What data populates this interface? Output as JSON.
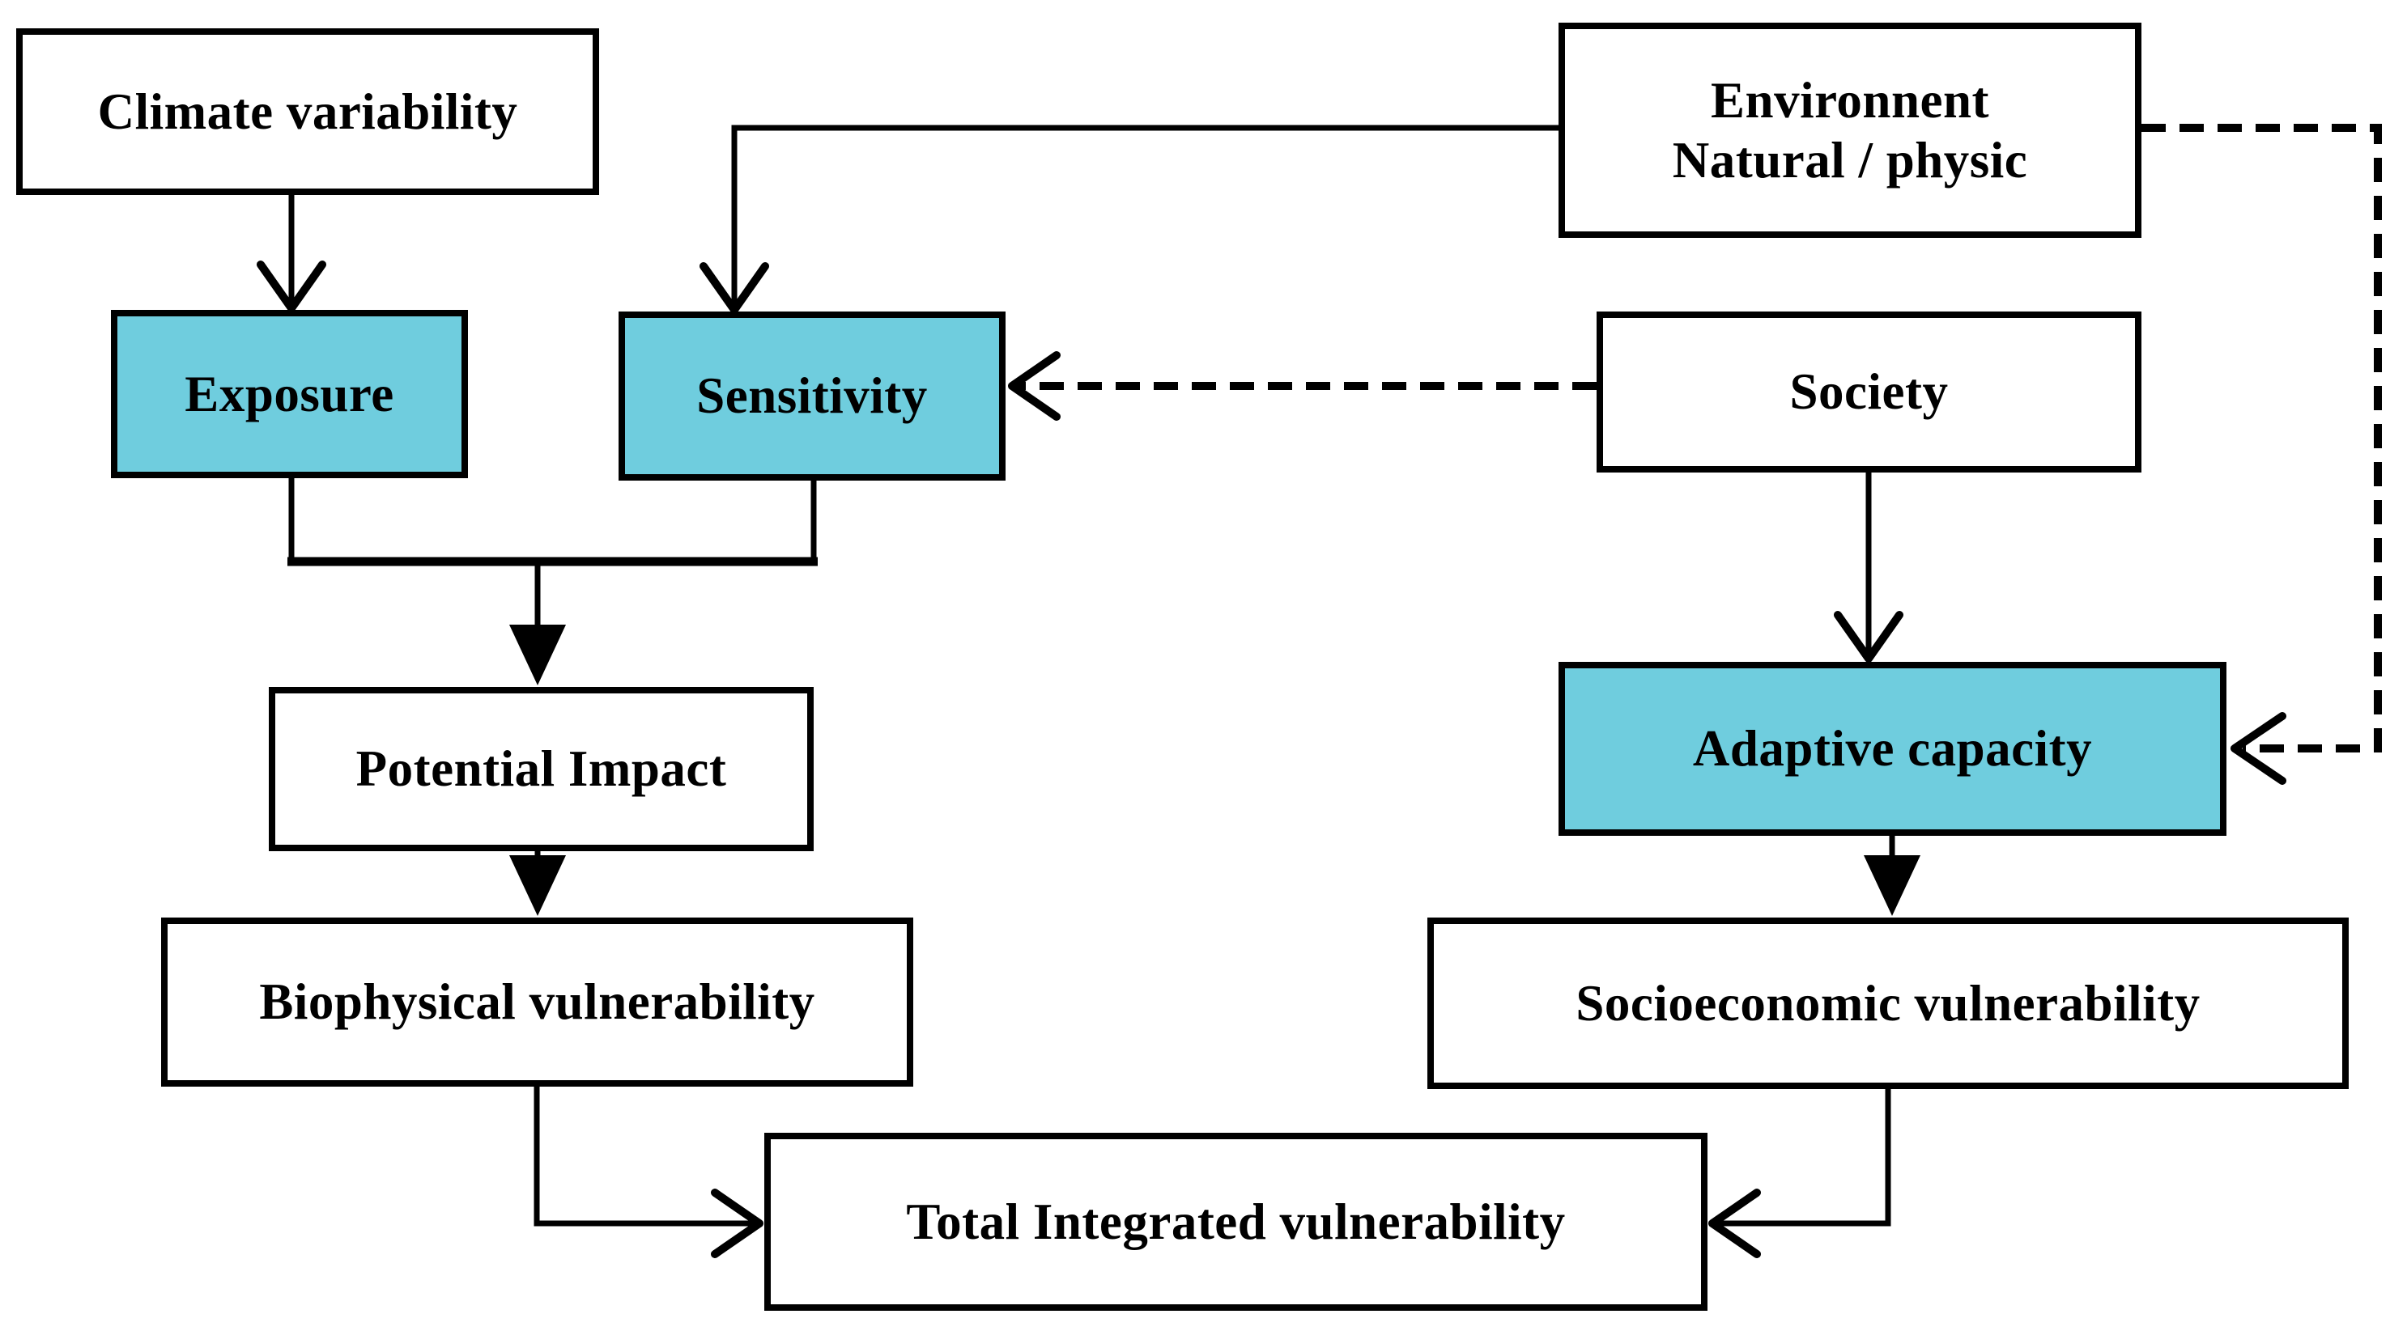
{
  "diagram": {
    "colors": {
      "accent_fill": "#6FCDDE",
      "plain_fill": "#FFFFFF",
      "line": "#000000",
      "text": "#000000",
      "background": "#FFFFFF"
    },
    "nodes": {
      "climate": {
        "label": "Climate variability",
        "fill": "plain"
      },
      "environment": {
        "label_line1": "Environnent",
        "label_line2": "Natural / physic",
        "fill": "plain"
      },
      "exposure": {
        "label": "Exposure",
        "fill": "accent"
      },
      "sensitivity": {
        "label": "Sensitivity",
        "fill": "accent"
      },
      "society": {
        "label": "Society",
        "fill": "plain"
      },
      "adaptive_capacity": {
        "label": "Adaptive capacity",
        "fill": "accent"
      },
      "potential_impact": {
        "label": "Potential Impact",
        "fill": "plain"
      },
      "biophysical": {
        "label": "Biophysical vulnerability",
        "fill": "plain"
      },
      "socioeconomic": {
        "label": "Socioeconomic vulnerability",
        "fill": "plain"
      },
      "total": {
        "label": "Total Integrated vulnerability",
        "fill": "plain"
      }
    },
    "edges": [
      {
        "from": "Climate variability",
        "to": "Exposure",
        "style": "solid",
        "arrowhead": "open-chevron"
      },
      {
        "from": "Environnent Natural / physic",
        "to": "Sensitivity",
        "style": "solid",
        "arrowhead": "open-chevron"
      },
      {
        "from": "Society",
        "to": "Sensitivity",
        "style": "dashed",
        "arrowhead": "open-chevron"
      },
      {
        "from": "Society",
        "to": "Adaptive capacity",
        "style": "solid",
        "arrowhead": "open-chevron"
      },
      {
        "from": "Environnent Natural / physic",
        "to": "Adaptive capacity",
        "style": "dashed",
        "arrowhead": "open-chevron"
      },
      {
        "from": "Exposure + Sensitivity (merged)",
        "to": "Potential Impact",
        "style": "solid",
        "arrowhead": "filled-triangle"
      },
      {
        "from": "Potential Impact",
        "to": "Biophysical vulnerability",
        "style": "solid",
        "arrowhead": "filled-triangle"
      },
      {
        "from": "Adaptive capacity",
        "to": "Socioeconomic vulnerability",
        "style": "solid",
        "arrowhead": "filled-triangle"
      },
      {
        "from": "Biophysical vulnerability",
        "to": "Total Integrated vulnerability",
        "style": "solid",
        "arrowhead": "open-chevron"
      },
      {
        "from": "Socioeconomic vulnerability",
        "to": "Total Integrated vulnerability",
        "style": "solid",
        "arrowhead": "open-chevron"
      }
    ]
  }
}
